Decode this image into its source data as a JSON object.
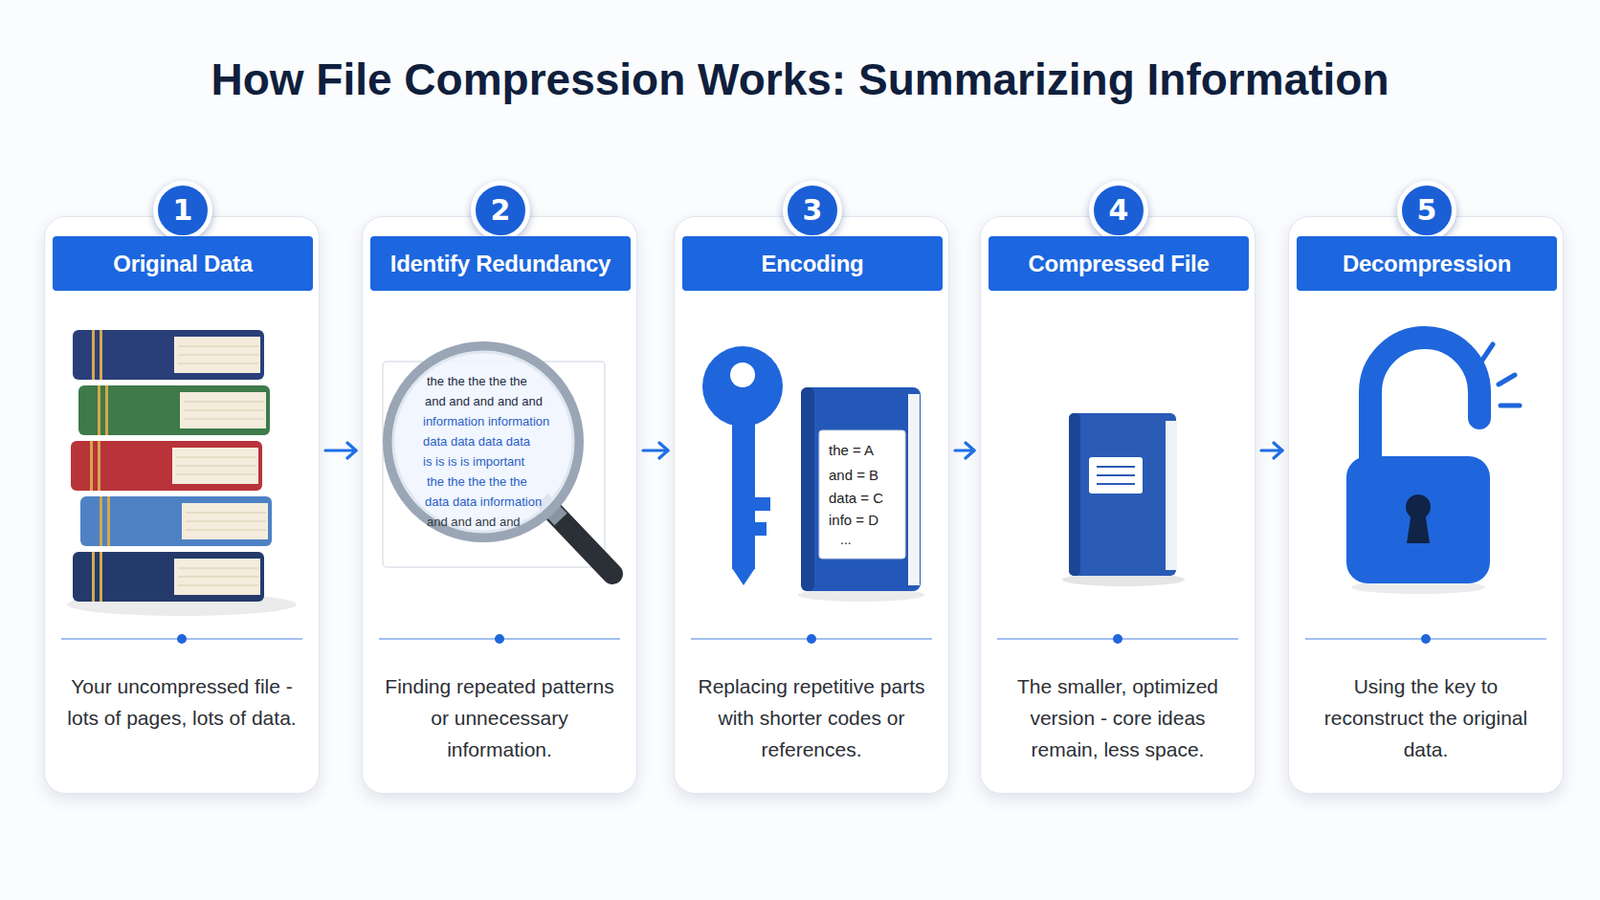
{
  "diagram": {
    "title": "How File Compression Works: Summarizing Information",
    "nodes": [
      {
        "text": [
          "Your uncompressed file - lots of pages, lots of data."
        ]
      },
      {
        "text": [
          "1"
        ],
        "in": 0
      },
      {
        "text": [
          "Original Data"
        ],
        "in": 0
      },
      {
        "text": [
          "Finding repeated patterns or unnecessary information."
        ]
      },
      {
        "text": [
          "2"
        ],
        "in": 3
      },
      {
        "text": [
          "Identify Redundancy"
        ],
        "in": 3
      },
      {
        "text": [
          "Replacing repetitive parts with shorter codes or references."
        ]
      },
      {
        "text": [
          "3"
        ],
        "in": 6
      },
      {
        "text": [
          "Encoding"
        ],
        "in": 6
      },
      {
        "text": [
          "The smaller, optimized version - core ideas remain, less space."
        ]
      },
      {
        "text": [
          "4"
        ],
        "in": 9
      },
      {
        "text": [
          "Compressed File"
        ],
        "in": 9
      },
      {
        "text": [
          "Using the key to reconstruct the original data."
        ]
      },
      {
        "text": [
          "5"
        ],
        "in": 12
      },
      {
        "text": [
          "Decompression"
        ],
        "in": 12
      }
    ],
    "edges": [
      {
        "from": 0,
        "to": 3,
        "arrow": "to"
      },
      {
        "from": 3,
        "to": 6,
        "arrow": "to"
      },
      {
        "from": 6,
        "to": 9,
        "arrow": "to"
      },
      {
        "from": 9,
        "to": 12,
        "arrow": "to"
      }
    ],
    "labels": [
      "the the the the the",
      "and and and and and",
      "information information",
      "data data data data",
      "is is is is important",
      "the the the the the",
      "data data information",
      "and and and and",
      "the = A",
      "and = B",
      "data = C",
      "info = D",
      "..."
    ]
  }
}
